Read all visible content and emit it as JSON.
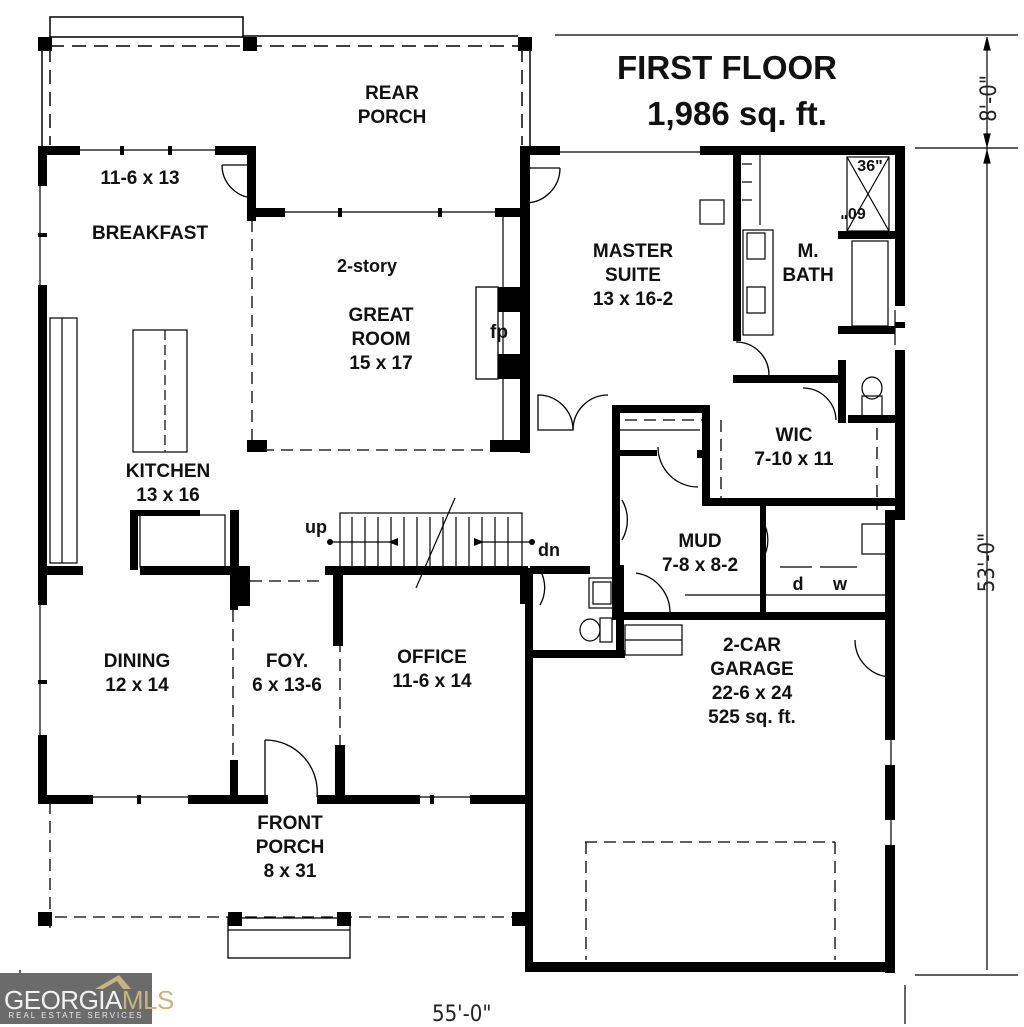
{
  "header": {
    "title": "FIRST FLOOR",
    "area": "1,986 sq. ft."
  },
  "dimensions": {
    "porch_depth": "8'-0\"",
    "house_depth": "53'-0\"",
    "house_width": "55'-0\""
  },
  "rooms": {
    "rear_porch": {
      "name_line1": "REAR",
      "name_line2": "PORCH"
    },
    "breakfast": {
      "size": "11-6 x 13",
      "name": "BREAKFAST"
    },
    "great_room": {
      "note": "2-story",
      "name_line1": "GREAT",
      "name_line2": "ROOM",
      "size": "15 x 17",
      "fireplace": "fp"
    },
    "master_suite": {
      "name_line1": "MASTER",
      "name_line2": "SUITE",
      "size": "13 x 16-2"
    },
    "master_bath": {
      "name_line1": "M.",
      "name_line2": "BATH",
      "shower_w": "36\"",
      "shower_l": "60\""
    },
    "wic": {
      "name": "WIC",
      "size": "7-10 x 11"
    },
    "kitchen": {
      "name": "KITCHEN",
      "size": "13 x 16"
    },
    "stairs": {
      "up": "up",
      "down": "dn"
    },
    "mud": {
      "name": "MUD",
      "size": "7-8 x 8-2",
      "dryer": "d",
      "washer": "w"
    },
    "dining": {
      "name": "DINING",
      "size": "12 x 14"
    },
    "foyer": {
      "name": "FOY.",
      "size": "6 x 13-6"
    },
    "office": {
      "name": "OFFICE",
      "size": "11-6 x 14"
    },
    "garage": {
      "name_line1": "2-CAR",
      "name_line2": "GARAGE",
      "size": "22-6 x 24",
      "area": "525 sq. ft."
    },
    "front_porch": {
      "name_line1": "FRONT",
      "name_line2": "PORCH",
      "size": "8 x 31"
    }
  },
  "watermark": {
    "brand_main": "GEORGIA",
    "brand_accent": "MLS",
    "tagline": "REAL ESTATE SERVICES"
  },
  "colors": {
    "wall": "#000000",
    "background": "#ffffff",
    "logo_bg": "#6b6b6b",
    "logo_accent": "#c9b37e"
  }
}
